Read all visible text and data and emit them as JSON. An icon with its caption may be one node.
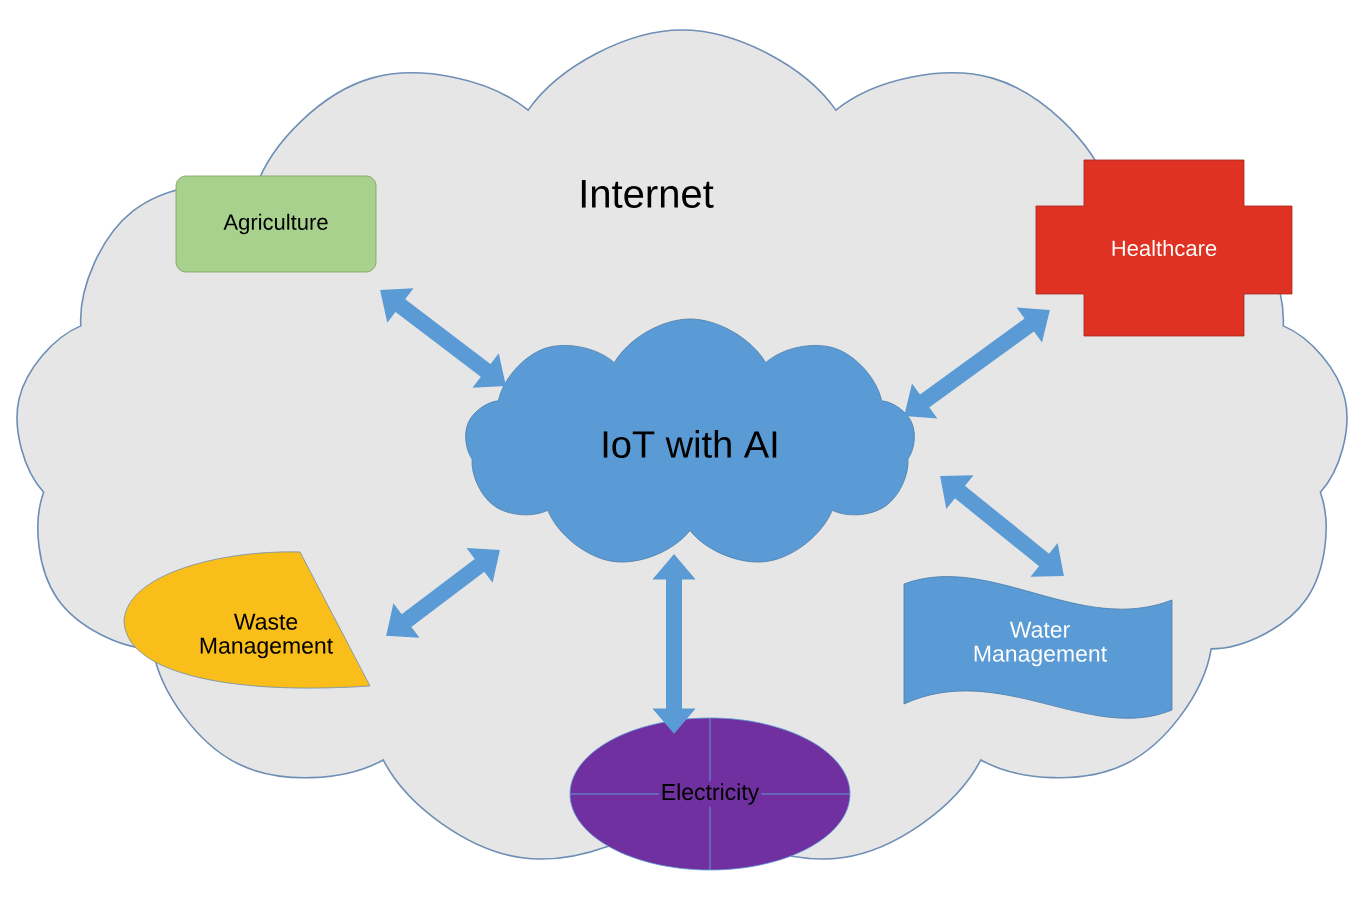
{
  "diagram": {
    "nodes": [
      {
        "text": [
          "Internet"
        ]
      },
      {
        "text": [
          "Agriculture"
        ],
        "in": 0
      },
      {
        "text": [
          "Healthcare"
        ],
        "in": 0
      },
      {
        "text": [
          "IoT with AI"
        ],
        "in": 0
      },
      {
        "text": [
          "Waste Management"
        ],
        "in": 0
      },
      {
        "text": [
          "Water Management"
        ],
        "in": 0
      },
      {
        "text": [
          "Electricity"
        ],
        "in": 0
      }
    ],
    "edges": [
      {
        "from": 3,
        "to": 1,
        "arrow": "both"
      },
      {
        "from": 3,
        "to": 2,
        "arrow": "both"
      },
      {
        "from": 3,
        "to": 4,
        "arrow": "both"
      },
      {
        "from": 3,
        "to": 5,
        "arrow": "both"
      },
      {
        "from": 3,
        "to": 6,
        "arrow": "both"
      }
    ]
  }
}
